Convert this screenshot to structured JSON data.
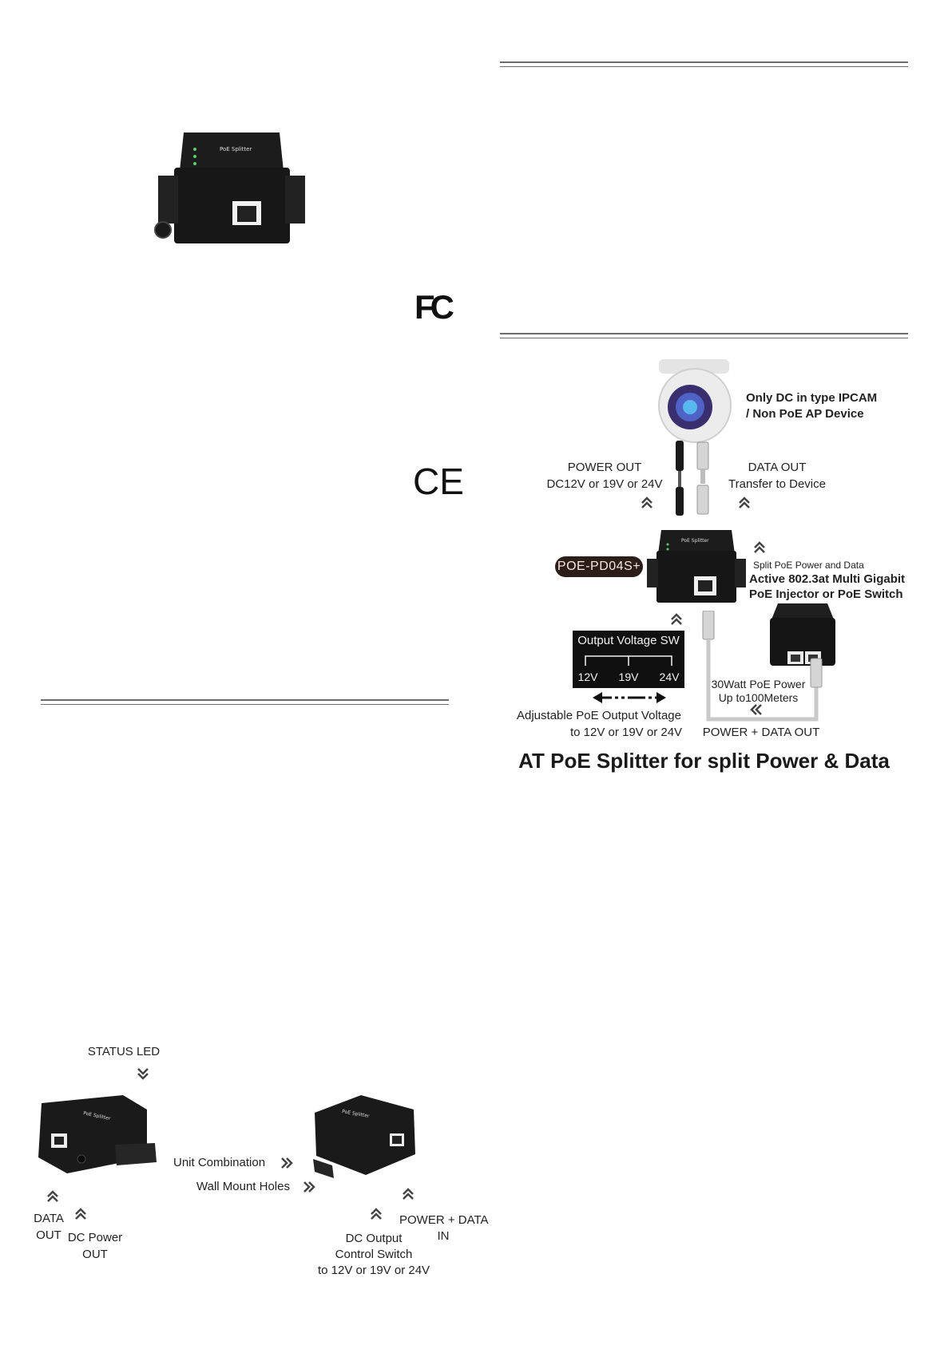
{
  "brand": {
    "fcc_logo_text": "FC",
    "ce_logo_text": "CE"
  },
  "product_photo": {
    "top_label": "PoE Splitter"
  },
  "diagram": {
    "camera_label_line1": "Only DC in type IPCAM",
    "camera_label_line2": "/ Non PoE AP Device",
    "power_out_line1": "POWER OUT",
    "power_out_line2": "DC12V or 19V or 24V",
    "data_out_line1": "DATA OUT",
    "data_out_line2": "Transfer to Device",
    "model_badge": "POE-PD04S+",
    "device_top_label": "PoE Splitter",
    "split_note": "Split PoE Power and Data",
    "injector_line1": "Active 802.3at Multi Gigabit",
    "injector_line2": "PoE Injector or PoE Switch",
    "sw_title": "Output Voltage SW",
    "sw_options": [
      "12V",
      "19V",
      "24V"
    ],
    "adjust_line1": "Adjustable PoE Output Voltage",
    "adjust_line2": "to 12V or 19V or 24V",
    "poe_power_line1": "30Watt PoE Power",
    "poe_power_line2": "Up to100Meters",
    "power_data_out": "POWER + DATA OUT",
    "caption": "AT PoE Splitter for split Power & Data"
  },
  "panel": {
    "status_led": "STATUS LED",
    "data_out_line1": "DATA",
    "data_out_line2": "OUT",
    "dc_power_line1": "DC Power",
    "dc_power_line2": "OUT",
    "unit_combination": "Unit Combination",
    "wall_mount": "Wall Mount Holes",
    "dc_output_line1": "DC Output",
    "dc_output_line2": "Control Switch",
    "dc_output_line3": "to 12V or 19V or 24V",
    "power_data_in_line1": "POWER + DATA",
    "power_data_in_line2": "IN",
    "left_device_label": "PoE Splitter",
    "right_device_label": "PoE Splitter"
  },
  "colors": {
    "device": "#1c1c1c",
    "rule": "#6b6b6b",
    "cable": "#c9c9c9",
    "badge": "#2b1d18",
    "lens": "#3a72c8"
  }
}
